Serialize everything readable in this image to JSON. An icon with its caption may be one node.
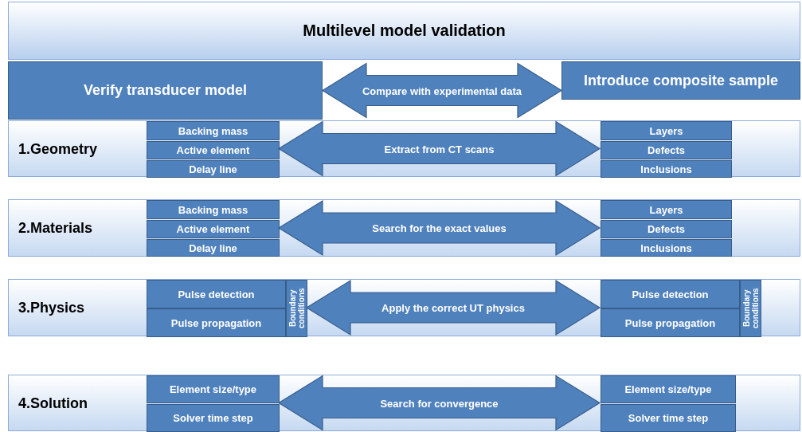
{
  "diagram": {
    "nodes": [
      {
        "text": [
          "Multilevel model validation"
        ]
      },
      {
        "text": [
          "Verify transducer model"
        ]
      },
      {
        "text": [
          "Introduce composite sample"
        ]
      },
      {
        "text": [
          "1.Geometry"
        ]
      },
      {
        "text": [
          "Backing mass"
        ],
        "in": 3
      },
      {
        "text": [
          "Active element"
        ],
        "in": 3
      },
      {
        "text": [
          "Delay line"
        ],
        "in": 3
      },
      {
        "text": [
          "Layers"
        ],
        "in": 3
      },
      {
        "text": [
          "Defects"
        ],
        "in": 3
      },
      {
        "text": [
          "Inclusions"
        ],
        "in": 3
      },
      {
        "text": [
          "2.Materials"
        ]
      },
      {
        "text": [
          "Backing mass"
        ],
        "in": 10
      },
      {
        "text": [
          "Active element"
        ],
        "in": 10
      },
      {
        "text": [
          "Delay line"
        ],
        "in": 10
      },
      {
        "text": [
          "Layers"
        ],
        "in": 10
      },
      {
        "text": [
          "Defects"
        ],
        "in": 10
      },
      {
        "text": [
          "Inclusions"
        ],
        "in": 10
      },
      {
        "text": [
          "3.Physics"
        ]
      },
      {
        "text": [
          "Pulse detection"
        ],
        "in": 17
      },
      {
        "text": [
          "Pulse propagation"
        ],
        "in": 17
      },
      {
        "text": [
          "Boundary conditions"
        ],
        "in": 17
      },
      {
        "text": [
          "Pulse detection"
        ],
        "in": 17
      },
      {
        "text": [
          "Pulse propagation"
        ],
        "in": 17
      },
      {
        "text": [
          "Boundary conditions"
        ],
        "in": 17
      },
      {
        "text": [
          "4.Solution"
        ]
      },
      {
        "text": [
          "Element size/type"
        ],
        "in": 24
      },
      {
        "text": [
          "Solver time step"
        ],
        "in": 24
      },
      {
        "text": [
          "Element size/type"
        ],
        "in": 24
      },
      {
        "text": [
          "Solver time step"
        ],
        "in": 24
      }
    ],
    "edges": [
      {
        "from": 1,
        "to": 2,
        "arrow": "both",
        "label": "Compare with experimental data"
      },
      {
        "from": 5,
        "to": 8,
        "arrow": "both",
        "label": "Extract from CT scans"
      },
      {
        "from": 12,
        "to": 15,
        "arrow": "both",
        "label": "Search for the exact values"
      },
      {
        "from": 20,
        "to": 21,
        "arrow": "both",
        "label": "Apply the correct UT physics"
      },
      {
        "from": 25,
        "to": 27,
        "arrow": "both",
        "label": "Search for convergence"
      }
    ]
  }
}
